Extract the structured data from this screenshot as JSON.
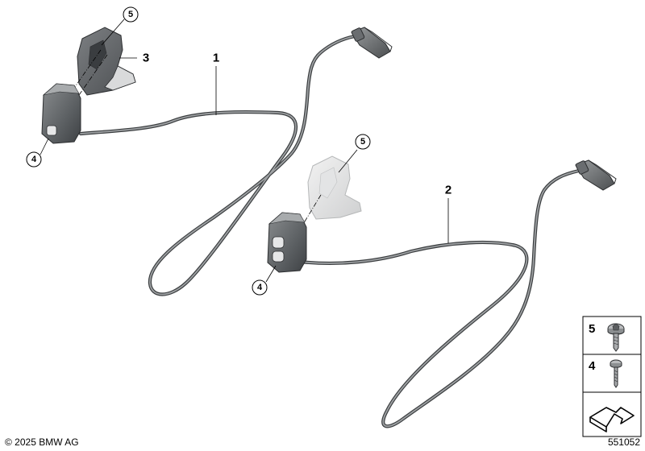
{
  "diagram": {
    "callouts": {
      "c1": "1",
      "c2": "2",
      "c3": "3",
      "c4a": "4",
      "c5a": "5",
      "c4b": "4",
      "c5b": "5"
    },
    "legend": {
      "row1_label": "5",
      "row2_label": "4"
    },
    "copyright": "© 2025 BMW AG",
    "diagram_number": "551052"
  }
}
